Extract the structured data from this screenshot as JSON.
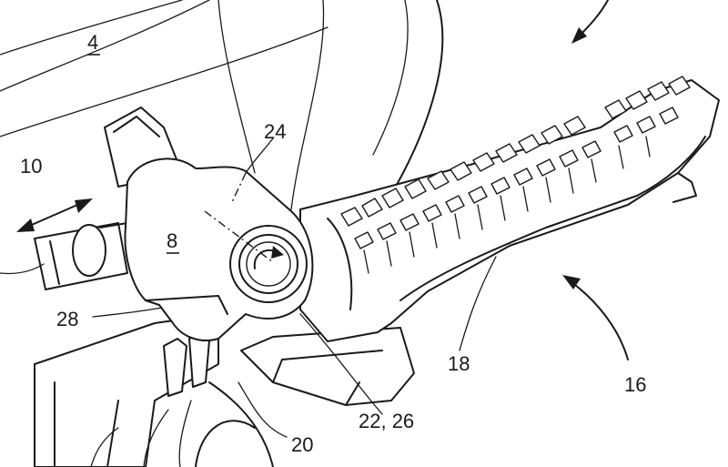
{
  "labels": {
    "ref_4": "4",
    "ref_8": "8",
    "ref_10": "10",
    "ref_16": "16",
    "ref_18": "18",
    "ref_20": "20",
    "ref_22_26": "22, 26",
    "ref_24": "24",
    "ref_28": "28"
  },
  "underlined_refs": [
    "4",
    "8"
  ]
}
